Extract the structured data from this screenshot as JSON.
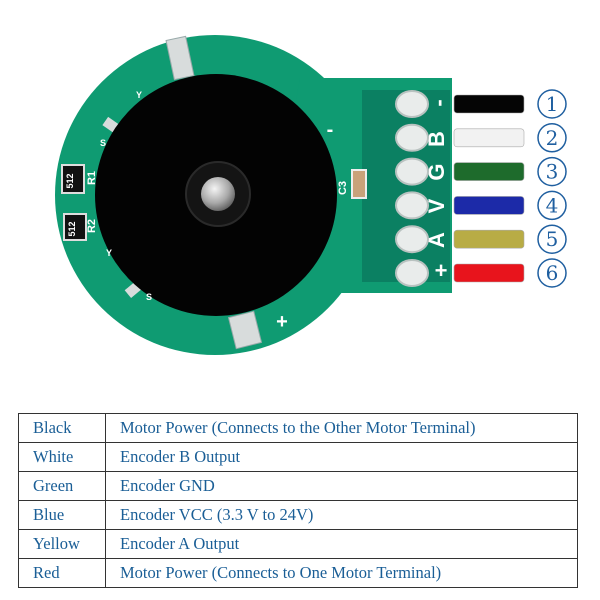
{
  "colors": {
    "pcb": "#0f9b72",
    "pcb_dark": "#0b8062",
    "motor": "#030303",
    "accent_blue": "#1f5fa0"
  },
  "board": {
    "labels": {
      "b": "B",
      "g": "G",
      "v": "V",
      "a": "A",
      "plus": "+",
      "minus": "-",
      "c3": "C3",
      "r1": "R1",
      "r2": "R2",
      "r1_value": "512",
      "r2_value": "512",
      "motor_plus": "+",
      "motor_minus": "-",
      "s_top": "S",
      "s_bottom": "S",
      "y_top": "Y",
      "y_bottom": "Y"
    }
  },
  "wires": [
    {
      "number": "1",
      "color": "#050505"
    },
    {
      "number": "2",
      "color": "#f2f2f2"
    },
    {
      "number": "3",
      "color": "#1e6b2c"
    },
    {
      "number": "4",
      "color": "#1c2aa8"
    },
    {
      "number": "5",
      "color": "#b8ac45"
    },
    {
      "number": "6",
      "color": "#e8141c"
    }
  ],
  "table": {
    "rows": [
      {
        "color_name": "Black",
        "description": "Motor Power (Connects to the Other Motor Terminal)",
        "note": ""
      },
      {
        "color_name": "White",
        "description": "Encoder B Output",
        "note": ""
      },
      {
        "color_name": "Green",
        "description": "Encoder GND",
        "note": ""
      },
      {
        "color_name": "Blue",
        "description": "Encoder VCC ",
        "note": "(3.3 V to 24V)"
      },
      {
        "color_name": "Yellow",
        "description": "Encoder A Output",
        "note": ""
      },
      {
        "color_name": "Red",
        "description": "Motor Power (Connects to One Motor Terminal)",
        "note": ""
      }
    ]
  }
}
